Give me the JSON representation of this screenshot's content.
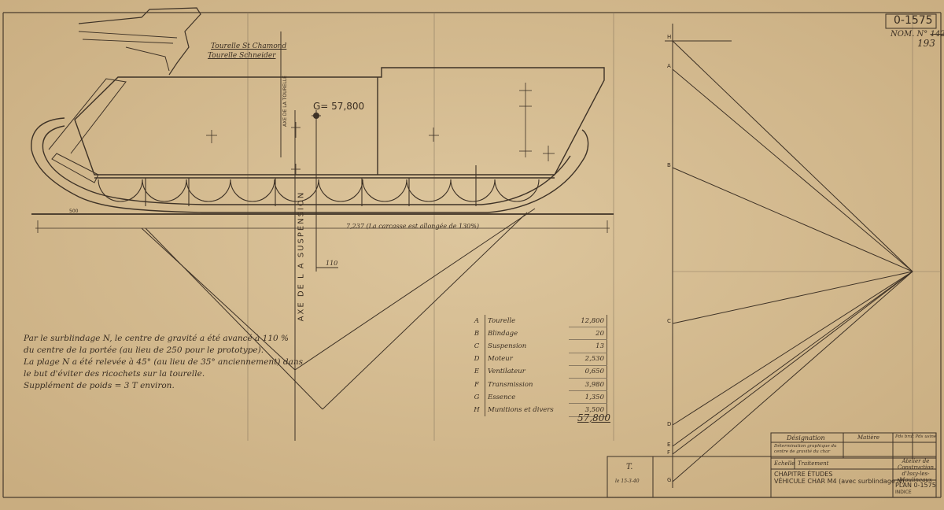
{
  "header": {
    "drawing_number": "0-1575",
    "nom_label": "NOM. N°",
    "nom_struck": "142",
    "nom_value": "193"
  },
  "turret_labels": [
    "Tourelle St Chamond",
    "Tourelle Schneider"
  ],
  "cg_label": "G= 57,800",
  "axis_labels": {
    "suspension_axis": "AXE DE L A SUSPENSION",
    "turret_axis": "AXE DE LA TOURELLE"
  },
  "dimensions": {
    "hull_length": "7,237 (La carcasse est allongée de 130%)",
    "short_mark": "500",
    "axis_mark": "110"
  },
  "notes": [
    "Par le surblindage N, le centre de gravité a été avancé à 110 %",
    "du centre de la portée (au lieu de 250 pour le prototype).",
    "La plage N a été relevée à 45° (au lieu de 35° anciennement) dans",
    "le but d'éviter des ricochets sur la tourelle.",
    "Supplément de poids = 3 T environ."
  ],
  "weights_table": {
    "rows": [
      {
        "letter": "A",
        "name": "Tourelle",
        "value": "12,800"
      },
      {
        "letter": "B",
        "name": "Blindage",
        "value": "20"
      },
      {
        "letter": "C",
        "name": "Suspension",
        "value": "13"
      },
      {
        "letter": "D",
        "name": "Moteur",
        "value": "2,530"
      },
      {
        "letter": "E",
        "name": "Ventilateur",
        "value": "0,650"
      },
      {
        "letter": "F",
        "name": "Transmission",
        "value": "3,980"
      },
      {
        "letter": "G",
        "name": "Essence",
        "value": "1,350"
      },
      {
        "letter": "H",
        "name": "Munitions et divers",
        "value": "3,500"
      }
    ],
    "total": "57,800"
  },
  "diagram_labels": [
    "H",
    "A",
    "B",
    "C",
    "D",
    "E",
    "F",
    "G"
  ],
  "title_block": {
    "designation_label": "Désignation",
    "matiere_label": "Matière",
    "quantity_labels": "Pds brut  Pds usiné",
    "designation": "Détermination graphique du centre de gravité du char",
    "echelle_label": "Echelle",
    "traitement_label": "Traitement",
    "chapter": "CHAPITRE ÉTUDES",
    "vehicle": "VÉHICULE CHAR M4 (avec surblindage N)",
    "workshop": "Atelier de Construction d'Issy-les-Moulineaux",
    "plan": "PLAN 0-1575",
    "indice": "INDICE",
    "stamp_initial": "T.",
    "stamp_date": "le 15-3-40"
  }
}
